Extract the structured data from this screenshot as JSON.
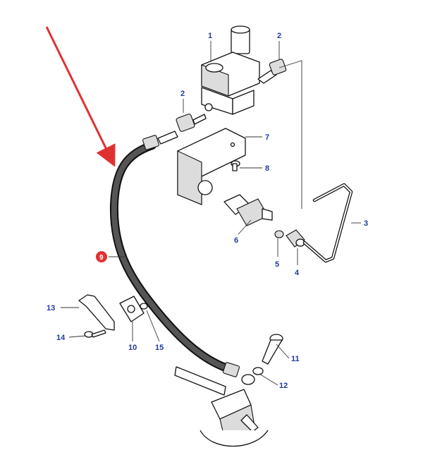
{
  "diagram": {
    "highlight_color": "#e03131",
    "callout_color": "#1f3a9e",
    "highlighted_callout": "9",
    "callouts": {
      "c1": "1",
      "c2a": "2",
      "c2b": "2",
      "c3": "3",
      "c4": "4",
      "c5": "5",
      "c6": "6",
      "c7": "7",
      "c8": "8",
      "c9": "9",
      "c10": "10",
      "c11": "11",
      "c12": "12",
      "c13": "13",
      "c14": "14",
      "c15": "15"
    }
  }
}
